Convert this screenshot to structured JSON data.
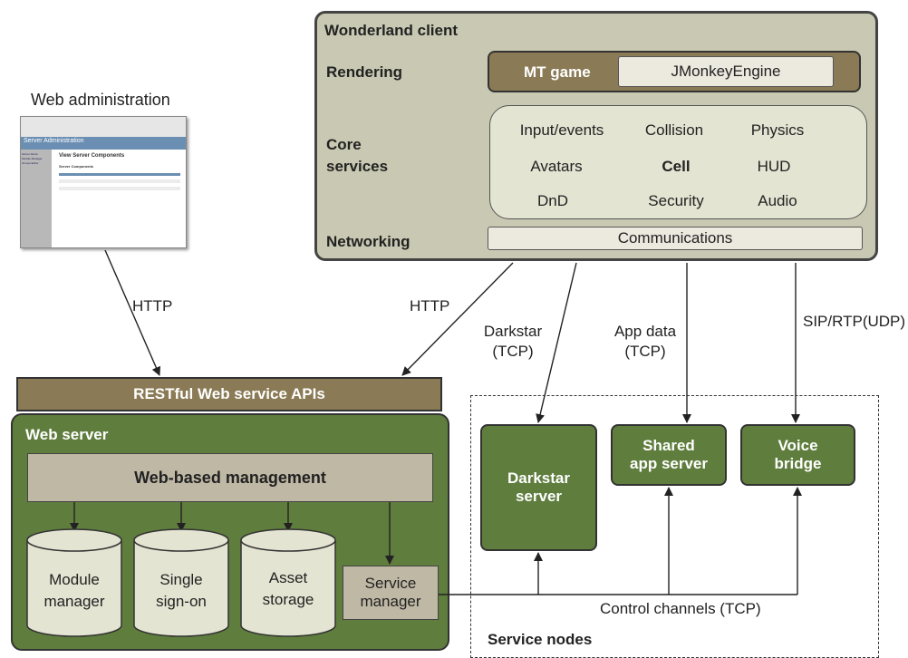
{
  "web_admin": {
    "title": "Web administration",
    "window_title": "Server Administration",
    "page_heading": "View Server Components",
    "section_label": "Server Components",
    "sidebar_links": [
      "Server Admin",
      "Module Manager",
      "Groups Editor"
    ]
  },
  "client": {
    "title": "Wonderland client",
    "rendering_label": "Rendering",
    "mt_game": "MT game",
    "jmonkey": "JMonkeyEngine",
    "core_label_line1": "Core",
    "core_label_line2": "services",
    "services": [
      "Input/events",
      "Collision",
      "Physics",
      "Avatars",
      "Cell",
      "HUD",
      "DnD",
      "Security",
      "Audio"
    ],
    "networking_label": "Networking",
    "communications": "Communications"
  },
  "edges": {
    "http_left": "HTTP",
    "http_right": "HTTP",
    "darkstar": [
      "Darkstar",
      "(TCP)"
    ],
    "app_data": [
      "App data",
      "(TCP)"
    ],
    "sip": "SIP/RTP(UDP)",
    "control_channels": "Control channels (TCP)"
  },
  "restful": "RESTful Web service APIs",
  "web_server": {
    "title": "Web server",
    "management": "Web-based management",
    "module_manager": [
      "Module",
      "manager"
    ],
    "single_signon": [
      "Single",
      "sign-on"
    ],
    "asset_storage": [
      "Asset",
      "storage"
    ],
    "service_manager": [
      "Service",
      "manager"
    ]
  },
  "service_nodes": {
    "title": "Service nodes",
    "darkstar_server": [
      "Darkstar",
      "server"
    ],
    "shared_app_server": [
      "Shared",
      "app server"
    ],
    "voice_bridge": [
      "Voice",
      "bridge"
    ]
  },
  "colors": {
    "green": "#5f7d3d",
    "brown": "#8a7a55",
    "client_bg": "#c9c9b3",
    "tan": "#bfb8a5"
  }
}
